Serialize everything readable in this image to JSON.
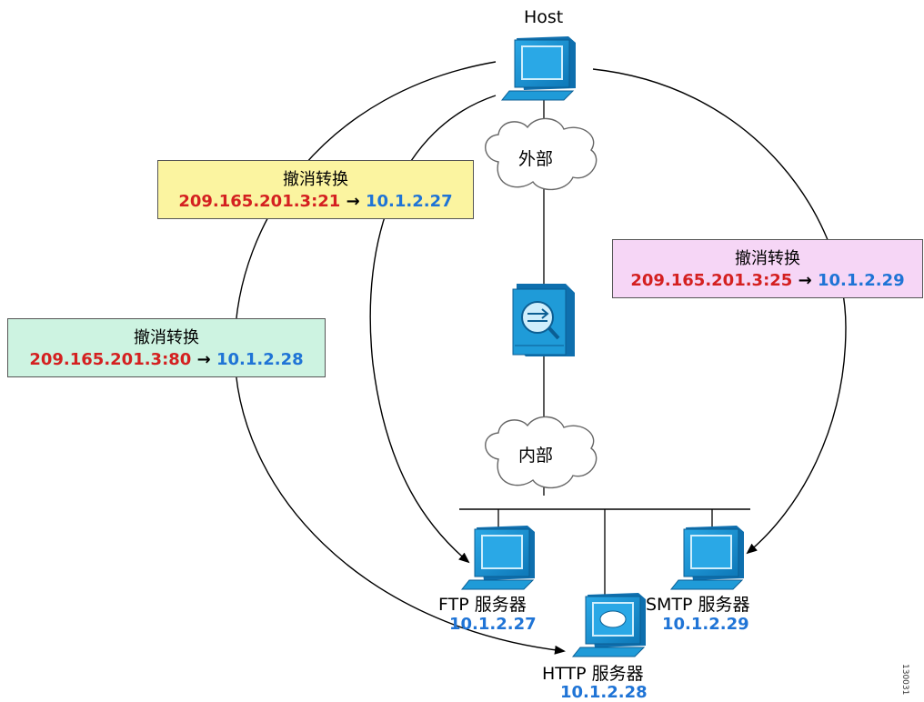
{
  "host": {
    "label": "Host"
  },
  "clouds": {
    "outside": "外部",
    "inside": "内部"
  },
  "translations": [
    {
      "title": "撤消转换",
      "source": "209.165.201.3:21",
      "arrow": "→",
      "dest": "10.1.2.27"
    },
    {
      "title": "撤消转换",
      "source": "209.165.201.3:80",
      "arrow": "→",
      "dest": "10.1.2.28"
    },
    {
      "title": "撤消转换",
      "source": "209.165.201.3:25",
      "arrow": "→",
      "dest": "10.1.2.29"
    }
  ],
  "servers": {
    "ftp": {
      "name": "FTP 服务器",
      "ip": "10.1.2.27"
    },
    "http": {
      "name": "HTTP 服务器",
      "ip": "10.1.2.28"
    },
    "smtp": {
      "name": "SMTP 服务器",
      "ip": "10.1.2.29"
    }
  },
  "figure_code": "130031",
  "colors": {
    "device_blue": "#1f9bd8",
    "ip_blue": "#1f74d6",
    "source_red": "#d42020",
    "box_yellow": "#fbf4a0",
    "box_green": "#cdf3e1",
    "box_pink": "#f6d6f6"
  }
}
